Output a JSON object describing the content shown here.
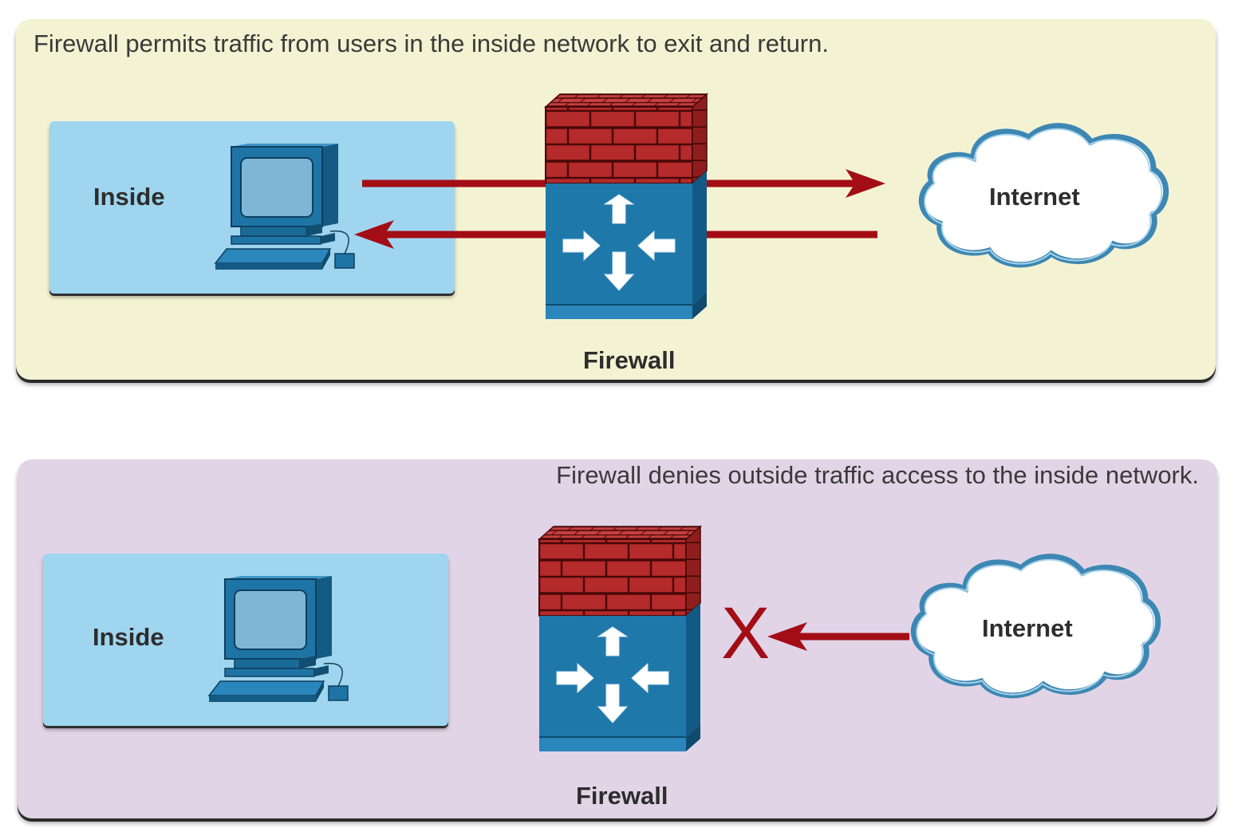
{
  "top_panel": {
    "caption": "Firewall permits traffic from users in the inside network to exit and return.",
    "inside_label": "Inside",
    "internet_label": "Internet",
    "firewall_label": "Firewall"
  },
  "bottom_panel": {
    "caption": "Firewall denies outside traffic access to the inside network.",
    "inside_label": "Inside",
    "internet_label": "Internet",
    "firewall_label": "Firewall",
    "block_mark": "X"
  },
  "colors": {
    "top_background": "#f3f3d3",
    "bottom_background": "#e1d4e6",
    "inside_zone": "#9fd5ef",
    "traffic_arrow": "#a30d15",
    "firewall_body": "#1f78aa",
    "brick": "#b52a2a",
    "cloud_outline": "#3d87b3"
  }
}
